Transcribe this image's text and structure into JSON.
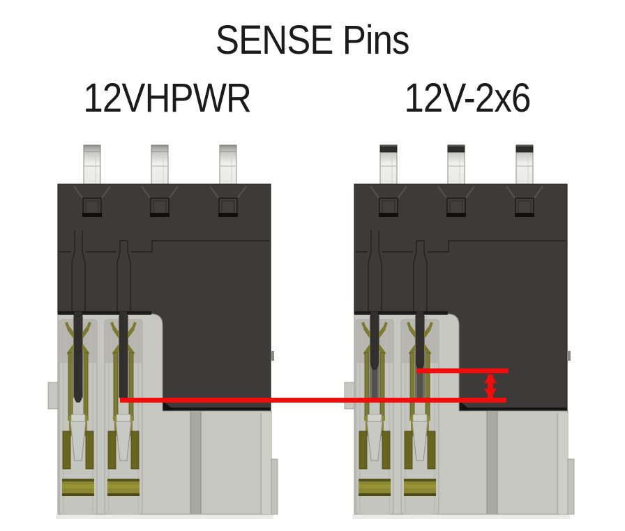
{
  "diagram": {
    "title": "SENSE Pins",
    "connectors": [
      {
        "id": "12vhpwr",
        "label": "12VHPWR"
      },
      {
        "id": "12v-2x6",
        "label": "12V-2x6"
      }
    ],
    "annotation": {
      "name": "sense-pin-depth-difference",
      "color": "#f20d0d"
    }
  },
  "colors": {
    "background": "#ffffff",
    "housing_dark": "#3c3b39",
    "housing_light": "#c8c8c3",
    "contact_olive": "#7c7930",
    "pin_dark": "#31302e",
    "annotation_red": "#f20d0d"
  }
}
